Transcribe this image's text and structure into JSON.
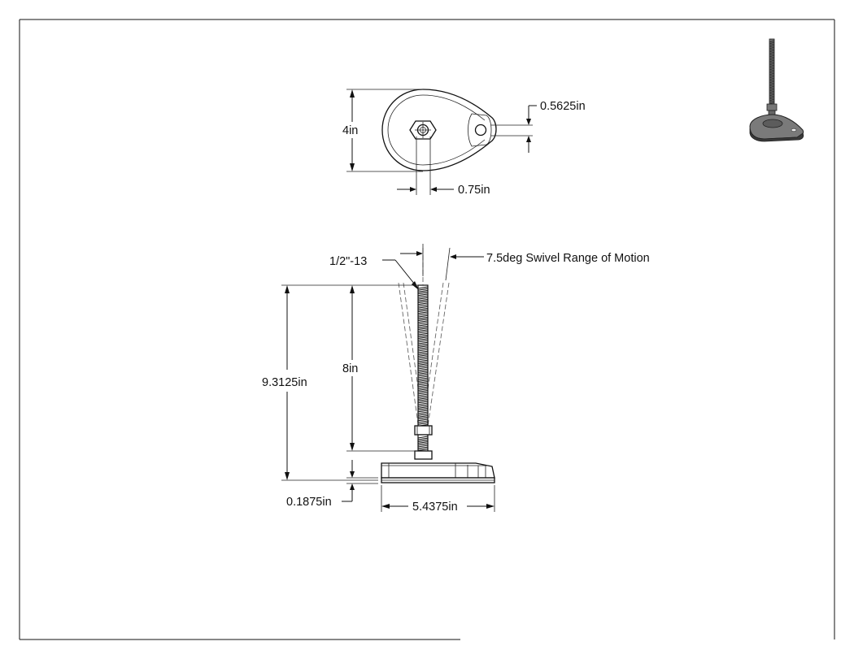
{
  "top_view": {
    "height_label": "4in",
    "slot_label": "0.5625in",
    "stud_label": "0.75in"
  },
  "side_view": {
    "thread_label": "1/2\"-13",
    "swivel_label": "7.5deg Swivel Range of Motion",
    "overall_height_label": "9.3125in",
    "stud_length_label": "8in",
    "base_thickness_label": "0.1875in",
    "base_length_label": "5.4375in"
  },
  "colors": {
    "line": "#111111",
    "iso_fill": "#6d6d6d"
  }
}
